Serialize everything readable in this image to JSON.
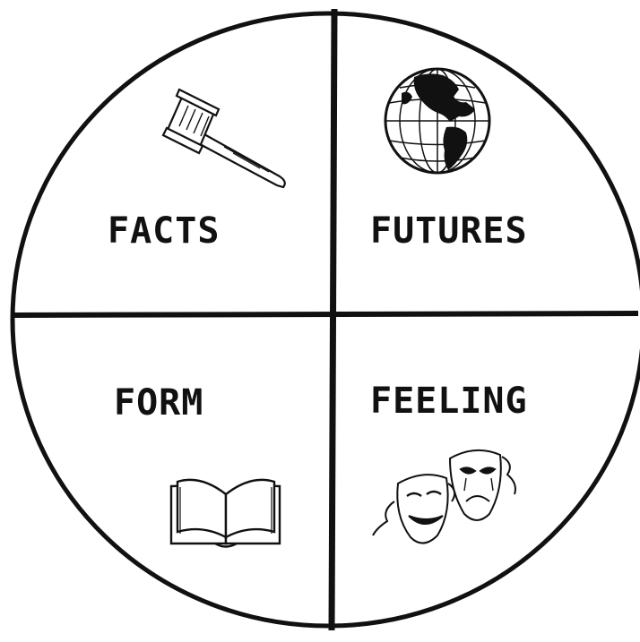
{
  "diagram": {
    "quadrants": [
      {
        "id": "facts",
        "label": "FACTS",
        "icon": "gavel-icon"
      },
      {
        "id": "futures",
        "label": "FUTURES",
        "icon": "globe-icon"
      },
      {
        "id": "form",
        "label": "FORM",
        "icon": "open-book-icon"
      },
      {
        "id": "feeling",
        "label": "FEELING",
        "icon": "theater-masks-icon"
      }
    ],
    "colors": {
      "ink": "#111111",
      "background": "#ffffff"
    }
  }
}
